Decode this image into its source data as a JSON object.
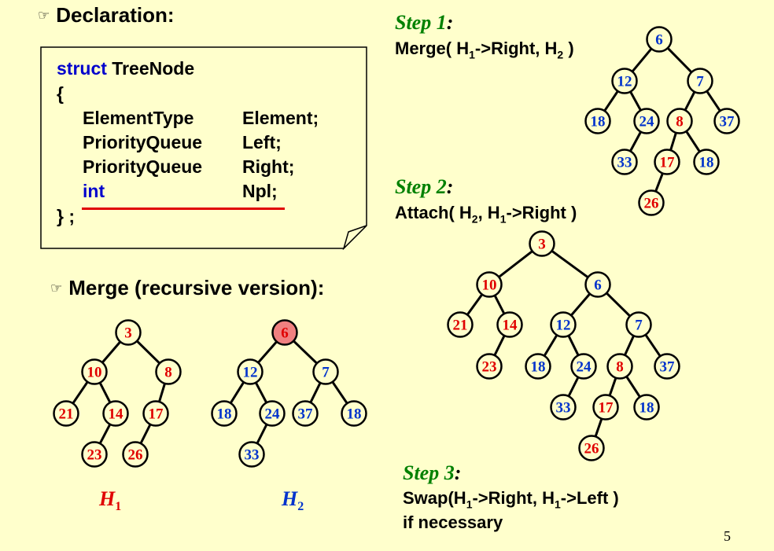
{
  "declaration": {
    "title": "Declaration:",
    "code": {
      "line1_kw": "struct",
      "line1_name": "TreeNode",
      "open": "{",
      "rows": [
        {
          "type": "ElementType",
          "field": "Element;"
        },
        {
          "type": "PriorityQueue",
          "field": "Left;"
        },
        {
          "type": "PriorityQueue",
          "field": "Right;"
        },
        {
          "type": "int",
          "field": "Npl;"
        }
      ],
      "close": "} ;"
    }
  },
  "merge": {
    "title": "Merge (recursive version):",
    "h1_main": "H",
    "h1_sub": "1",
    "h2_main": "H",
    "h2_sub": "2"
  },
  "steps": {
    "step1_label": "Step 1",
    "step1_text_a": "Merge( H",
    "step1_sub_a": "1",
    "step1_text_b": "->Right, H",
    "step1_sub_b": "2",
    "step1_text_c": " )",
    "step2_label": "Step 2",
    "step2_text_a": "Attach( H",
    "step2_sub_a": "2",
    "step2_text_b": ", H",
    "step2_sub_b": "1",
    "step2_text_c": "->Right )",
    "step3_label": "Step 3",
    "step3_line1_a": "Swap(H",
    "step3_sub_a": "1",
    "step3_line1_b": "->Right, H",
    "step3_sub_b": "1",
    "step3_line1_c": "->Left )",
    "step3_line2": "if necessary",
    "colon": ":"
  },
  "page_number": "5",
  "colors": {
    "background": "#ffffcc",
    "red_node": "#e00000",
    "blue_node": "#0033cc",
    "highlight_fill": "#f08080",
    "step_green": "#008000",
    "underline_red": "#e00000"
  },
  "trees": [
    {
      "name": "tree-h1",
      "nodes": [
        {
          "id": "a",
          "label": "3",
          "color": "red"
        },
        {
          "id": "b",
          "label": "10",
          "color": "red"
        },
        {
          "id": "c",
          "label": "8",
          "color": "red"
        },
        {
          "id": "d",
          "label": "21",
          "color": "red"
        },
        {
          "id": "e",
          "label": "14",
          "color": "red"
        },
        {
          "id": "f",
          "label": "17",
          "color": "red"
        },
        {
          "id": "g",
          "label": "23",
          "color": "red"
        },
        {
          "id": "h",
          "label": "26",
          "color": "red"
        }
      ],
      "edges": [
        [
          "a",
          "b"
        ],
        [
          "a",
          "c"
        ],
        [
          "b",
          "d"
        ],
        [
          "b",
          "e"
        ],
        [
          "c",
          "f"
        ],
        [
          "e",
          "g"
        ],
        [
          "f",
          "h"
        ]
      ]
    },
    {
      "name": "tree-h2",
      "nodes": [
        {
          "id": "a",
          "label": "6",
          "color": "red",
          "highlight": true
        },
        {
          "id": "b",
          "label": "12",
          "color": "blue"
        },
        {
          "id": "c",
          "label": "7",
          "color": "blue"
        },
        {
          "id": "d",
          "label": "18",
          "color": "blue"
        },
        {
          "id": "e",
          "label": "24",
          "color": "blue"
        },
        {
          "id": "f",
          "label": "37",
          "color": "blue"
        },
        {
          "id": "g",
          "label": "18",
          "color": "blue"
        },
        {
          "id": "h",
          "label": "33",
          "color": "blue"
        }
      ],
      "edges": [
        [
          "a",
          "b"
        ],
        [
          "a",
          "c"
        ],
        [
          "b",
          "d"
        ],
        [
          "b",
          "e"
        ],
        [
          "c",
          "f"
        ],
        [
          "c",
          "g"
        ],
        [
          "e",
          "h"
        ]
      ]
    },
    {
      "name": "tree-step1",
      "nodes": [
        {
          "id": "a",
          "label": "6",
          "color": "blue"
        },
        {
          "id": "b",
          "label": "12",
          "color": "blue"
        },
        {
          "id": "c",
          "label": "7",
          "color": "blue"
        },
        {
          "id": "d",
          "label": "18",
          "color": "blue"
        },
        {
          "id": "e",
          "label": "24",
          "color": "blue"
        },
        {
          "id": "f",
          "label": "8",
          "color": "red"
        },
        {
          "id": "g",
          "label": "37",
          "color": "blue"
        },
        {
          "id": "h",
          "label": "33",
          "color": "blue"
        },
        {
          "id": "i",
          "label": "17",
          "color": "red"
        },
        {
          "id": "j",
          "label": "18",
          "color": "blue"
        },
        {
          "id": "k",
          "label": "26",
          "color": "red"
        }
      ],
      "edges": [
        [
          "a",
          "b"
        ],
        [
          "a",
          "c"
        ],
        [
          "b",
          "d"
        ],
        [
          "b",
          "e"
        ],
        [
          "c",
          "f"
        ],
        [
          "c",
          "g"
        ],
        [
          "e",
          "h"
        ],
        [
          "f",
          "i"
        ],
        [
          "f",
          "j"
        ],
        [
          "i",
          "k"
        ]
      ]
    },
    {
      "name": "tree-step2",
      "nodes": [
        {
          "id": "a",
          "label": "3",
          "color": "red"
        },
        {
          "id": "b",
          "label": "10",
          "color": "red"
        },
        {
          "id": "c",
          "label": "6",
          "color": "blue"
        },
        {
          "id": "d",
          "label": "21",
          "color": "red"
        },
        {
          "id": "e",
          "label": "14",
          "color": "red"
        },
        {
          "id": "f",
          "label": "12",
          "color": "blue"
        },
        {
          "id": "g",
          "label": "7",
          "color": "blue"
        },
        {
          "id": "h",
          "label": "23",
          "color": "red"
        },
        {
          "id": "i",
          "label": "18",
          "color": "blue"
        },
        {
          "id": "j",
          "label": "24",
          "color": "blue"
        },
        {
          "id": "k",
          "label": "8",
          "color": "red"
        },
        {
          "id": "l",
          "label": "37",
          "color": "blue"
        },
        {
          "id": "m",
          "label": "33",
          "color": "blue"
        },
        {
          "id": "n",
          "label": "17",
          "color": "red"
        },
        {
          "id": "o",
          "label": "18",
          "color": "blue"
        },
        {
          "id": "p",
          "label": "26",
          "color": "red"
        }
      ],
      "edges": [
        [
          "a",
          "b"
        ],
        [
          "a",
          "c"
        ],
        [
          "b",
          "d"
        ],
        [
          "b",
          "e"
        ],
        [
          "c",
          "f"
        ],
        [
          "c",
          "g"
        ],
        [
          "e",
          "h"
        ],
        [
          "f",
          "i"
        ],
        [
          "f",
          "j"
        ],
        [
          "g",
          "k"
        ],
        [
          "g",
          "l"
        ],
        [
          "j",
          "m"
        ],
        [
          "k",
          "n"
        ],
        [
          "k",
          "o"
        ],
        [
          "n",
          "p"
        ]
      ]
    }
  ]
}
